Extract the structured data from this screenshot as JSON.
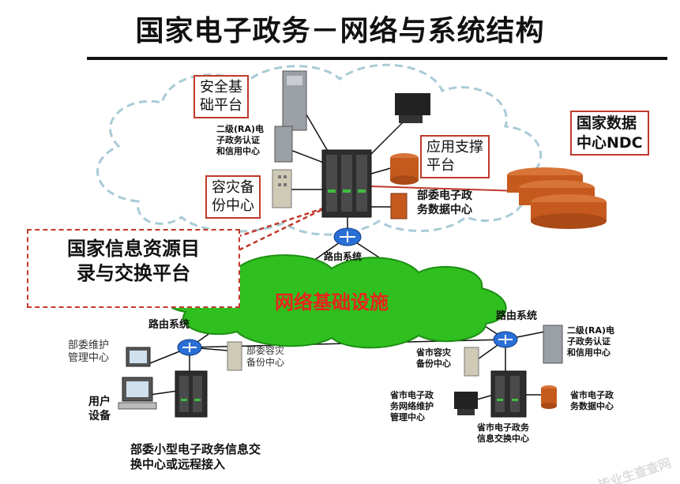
{
  "title": "国家电子政务－网络与系统结构",
  "labels": {
    "security_platform": "安全基\n础平台",
    "ra_center_top": "二级(RA)电\n子政务认证\n和信用中心",
    "app_support": "应用支撑\n平台",
    "ndc": "国家数据\n中心NDC",
    "disaster_backup": "容灾备\n份中心",
    "ministry_data_center": "部委电子政\n务数据中心",
    "info_catalog": "国家信息资源目\n录与交换平台",
    "router_top": "路由系统",
    "network_infra": "网络基础设施",
    "router_left": "路由系统",
    "router_right": "路由系统",
    "ministry_maintenance": "部委维护\n管理中心",
    "ministry_backup": "部委容灾\n备份中心",
    "user_device": "用户\n设备",
    "ministry_small_center": "部委小型电子政务信息交\n换中心或远程接入",
    "province_backup": "省市容灾\n备份中心",
    "ra_center_right": "二级(RA)电\n子政务认证\n和信用中心",
    "province_network_mgmt": "省市电子政\n务网络维护\n管理中心",
    "province_data_center": "省市电子政\n务数据中心",
    "province_exchange": "省市电子政务\n信息交换中心",
    "watermark": "毕业生查查网"
  },
  "colors": {
    "cloud_fill": "#ffffff",
    "cloud_dash": "#a9cbd6",
    "green_cloud": "#2fbf1f",
    "network_text": "#e8241c",
    "box_border": "#c0392b",
    "db_fill": "#c65a1e"
  }
}
